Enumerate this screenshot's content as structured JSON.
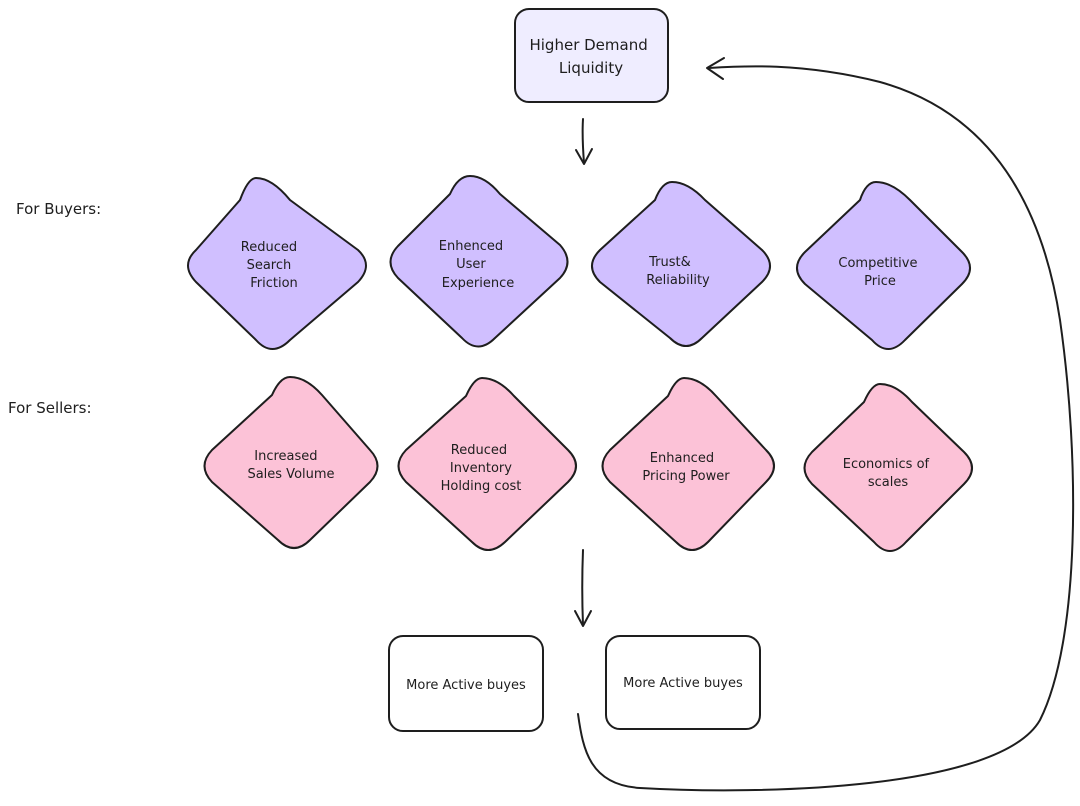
{
  "diagram": {
    "top_node": {
      "lines": [
        "Higher Demand",
        "Liquidity"
      ],
      "fill": "#efedff"
    },
    "row_labels": {
      "buyers": "For Buyers:",
      "sellers": "For Sellers:"
    },
    "buyer_nodes": [
      {
        "lines": [
          "Reduced",
          "Search",
          "Friction"
        ]
      },
      {
        "lines": [
          "Enhenced",
          "User",
          "Experience"
        ]
      },
      {
        "lines": [
          "Trust&",
          "Reliability"
        ]
      },
      {
        "lines": [
          "Competitive",
          "Price"
        ]
      }
    ],
    "seller_nodes": [
      {
        "lines": [
          "Increased",
          "Sales Volume"
        ]
      },
      {
        "lines": [
          "Reduced",
          "Inventory",
          "Holding cost"
        ]
      },
      {
        "lines": [
          "Enhanced",
          "Pricing Power"
        ]
      },
      {
        "lines": [
          "Economics of",
          "scales"
        ]
      }
    ],
    "bottom_nodes": [
      {
        "label": "More Active buyes"
      },
      {
        "label": "More Active buyes"
      }
    ],
    "colors": {
      "buyer_fill": "#d0bfff",
      "seller_fill": "#fcc2d7",
      "stroke": "#1e1e1e",
      "bottom_fill": "#ffffff"
    }
  }
}
